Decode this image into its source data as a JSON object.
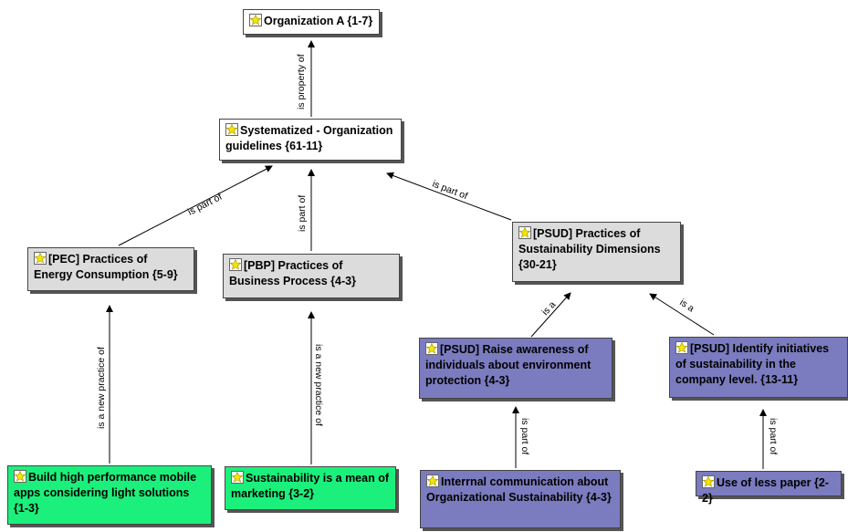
{
  "nodes": {
    "org_a": "Organization A {1-7}",
    "systematized": "Systematized - Organization guidelines {61-11}",
    "pec": "[PEC] Practices of Energy Consumption {5-9}",
    "pbp": "[PBP] Practices of Business Process {4-3}",
    "psud": "[PSUD] Practices of Sustainability Dimensions {30-21}",
    "psud_raise": "[PSUD] Raise awareness of individuals about environment protection {4-3}",
    "psud_identify": "[PSUD] Identify initiatives of sustainability in the company level. {13-11}",
    "build": "Build high performance mobile apps considering light solutions {1-3}",
    "sust_mean": "Sustainability is a mean of marketing {3-2}",
    "internal": "Interrnal communication about Organizational Sustainability {4-3}",
    "less_paper": "Use of less paper {2-2}"
  },
  "relations": {
    "is_property_of": "is property of",
    "is_part_of": "is part of",
    "is_a": "is a",
    "is_new_practice_of": "is a new practice of"
  },
  "colors": {
    "gray": "#dcdcdc",
    "purple": "#7b7bbf",
    "green": "#1cf07c",
    "icon": "#f5e600"
  }
}
